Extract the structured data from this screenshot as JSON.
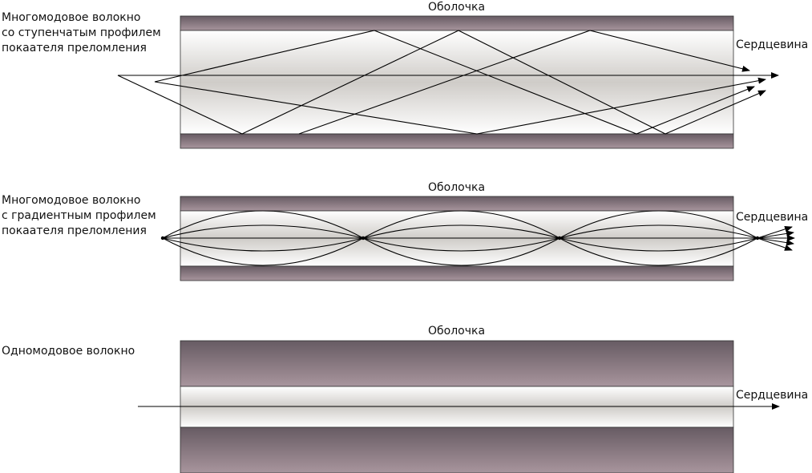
{
  "diagrams": [
    {
      "title_lines": [
        "Многомодовое волокно",
        "со ступенчатым профилем",
        "покаателя преломления"
      ],
      "cladding_label": "Оболочка",
      "core_label": "Сердцевина"
    },
    {
      "title_lines": [
        "Многомодовое волокно",
        "с градиентным профилем",
        "покаателя преломления"
      ],
      "cladding_label": "Оболочка",
      "core_label": "Сердцевина"
    },
    {
      "title_lines": [
        "Одномодовое волокно"
      ],
      "cladding_label": "Оболочка",
      "core_label": "Сердцевина"
    }
  ],
  "colors": {
    "cladding_dark": "#675b63",
    "cladding_light": "#a8959d",
    "core_edge": "#ffffff",
    "core_center": "#cfccc8",
    "ray": "#000000"
  }
}
